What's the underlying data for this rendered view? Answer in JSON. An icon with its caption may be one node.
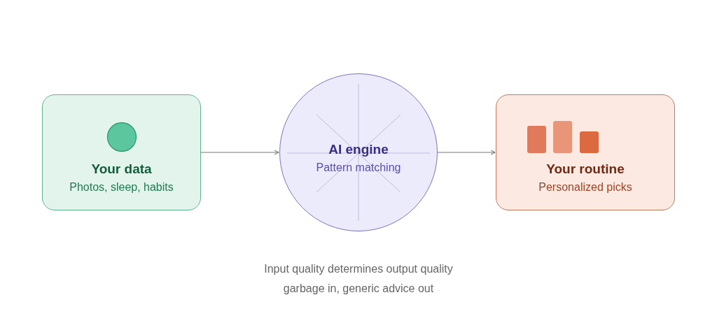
{
  "diagram": {
    "nodes": [
      {
        "text": [
          "Your data",
          "Photos, sleep, habits"
        ]
      },
      {
        "text": [
          "AI engine",
          "Pattern matching"
        ]
      },
      {
        "text": [
          "Your routine",
          "Personalized picks"
        ]
      }
    ],
    "edges": [
      {
        "from": 0,
        "to": 1,
        "arrow": "to"
      },
      {
        "from": 1,
        "to": 2,
        "arrow": "to"
      }
    ],
    "labels": [
      "Input quality determines output quality",
      "garbage in, generic advice out"
    ]
  }
}
